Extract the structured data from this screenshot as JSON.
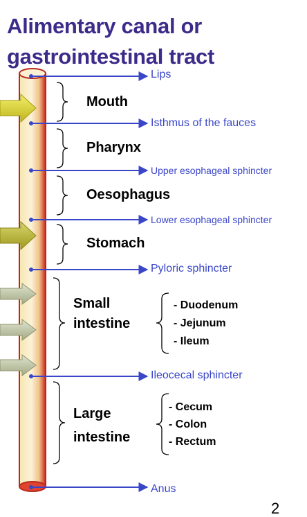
{
  "title": {
    "line1": "Alimentary canal or",
    "line2": "gastrointestinal tract"
  },
  "landmarks": {
    "lips": "Lips",
    "isthmus": "Isthmus of the fauces",
    "upper_sphincter": "Upper   esophageal sphincter",
    "lower_sphincter": "Lower   esophageal sphincter",
    "pyloric": "Pyloric sphincter",
    "ileocecal": "Ileocecal sphincter",
    "anus": "Anus"
  },
  "organs": {
    "mouth": "Mouth",
    "pharynx": "Pharynx",
    "oesophagus": "Oesophagus",
    "stomach": "Stomach",
    "small_intestine": [
      "Small",
      "intestine"
    ],
    "large_intestine": [
      "Large",
      "intestine"
    ]
  },
  "small_intestine_parts": [
    "- Duodenum",
    "- Jejunum",
    "- Ileum"
  ],
  "large_intestine_parts": [
    "- Cecum",
    "- Colon",
    "- Rectum"
  ],
  "page_number": "2",
  "colors": {
    "title": "#3d2b8a",
    "label_line": "#3a46c8",
    "tube_fill": "#f9eec8",
    "tube_wall": "#d83a2a",
    "arrow_yellow": "#e2dc3a",
    "arrow_olive": "#c8c44a",
    "arrow_gray": "#c6ccb2"
  }
}
